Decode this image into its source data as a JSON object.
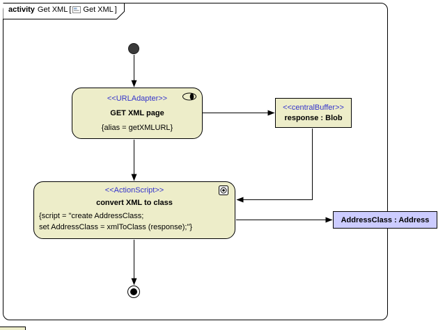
{
  "frame": {
    "keyword": "activity",
    "name": "Get XML",
    "open": "[",
    "diagram": "Get XML",
    "close": "]"
  },
  "nodes": {
    "get_xml_page": {
      "stereotype": "<<URLAdapter>>",
      "name": "GET XML page",
      "properties": "{alias = getXMLURL}"
    },
    "response_buffer": {
      "stereotype": "<<centralBuffer>>",
      "name": "response : Blob"
    },
    "convert": {
      "stereotype": "<<ActionScript>>",
      "name": "convert XML to class",
      "script_line1": "{script = \"create AddressClass;",
      "script_line2": "set AddressClass = xmlToClass (response);\"}"
    },
    "address_class": {
      "name": "AddressClass : Address"
    }
  },
  "edges": [
    {
      "from": "initial",
      "to": "GET XML page"
    },
    {
      "from": "GET XML page",
      "to": "response : Blob"
    },
    {
      "from": "GET XML page",
      "to": "convert XML to class"
    },
    {
      "from": "response : Blob",
      "to": "convert XML to class"
    },
    {
      "from": "convert XML to class",
      "to": "AddressClass : Address"
    },
    {
      "from": "convert XML to class",
      "to": "final"
    }
  ],
  "colors": {
    "node_fill": "#EDEDC9",
    "object_fill": "#CCCCFF",
    "stereotype_color": "#3333CC",
    "edge_color": "#000000"
  }
}
